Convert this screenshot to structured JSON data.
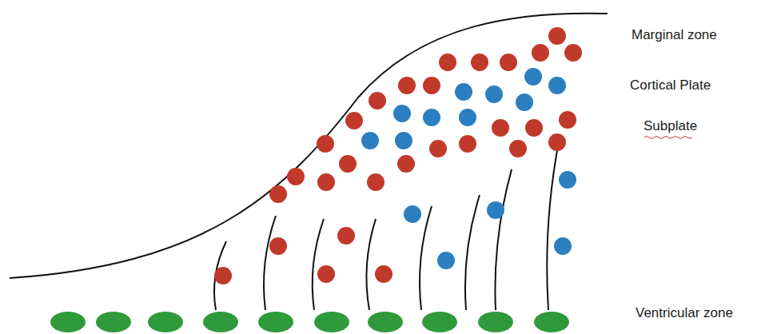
{
  "diagram": {
    "labels": [
      "Marginal zone",
      "Cortical Plate",
      "Subplate",
      "Ventricular zone"
    ]
  }
}
